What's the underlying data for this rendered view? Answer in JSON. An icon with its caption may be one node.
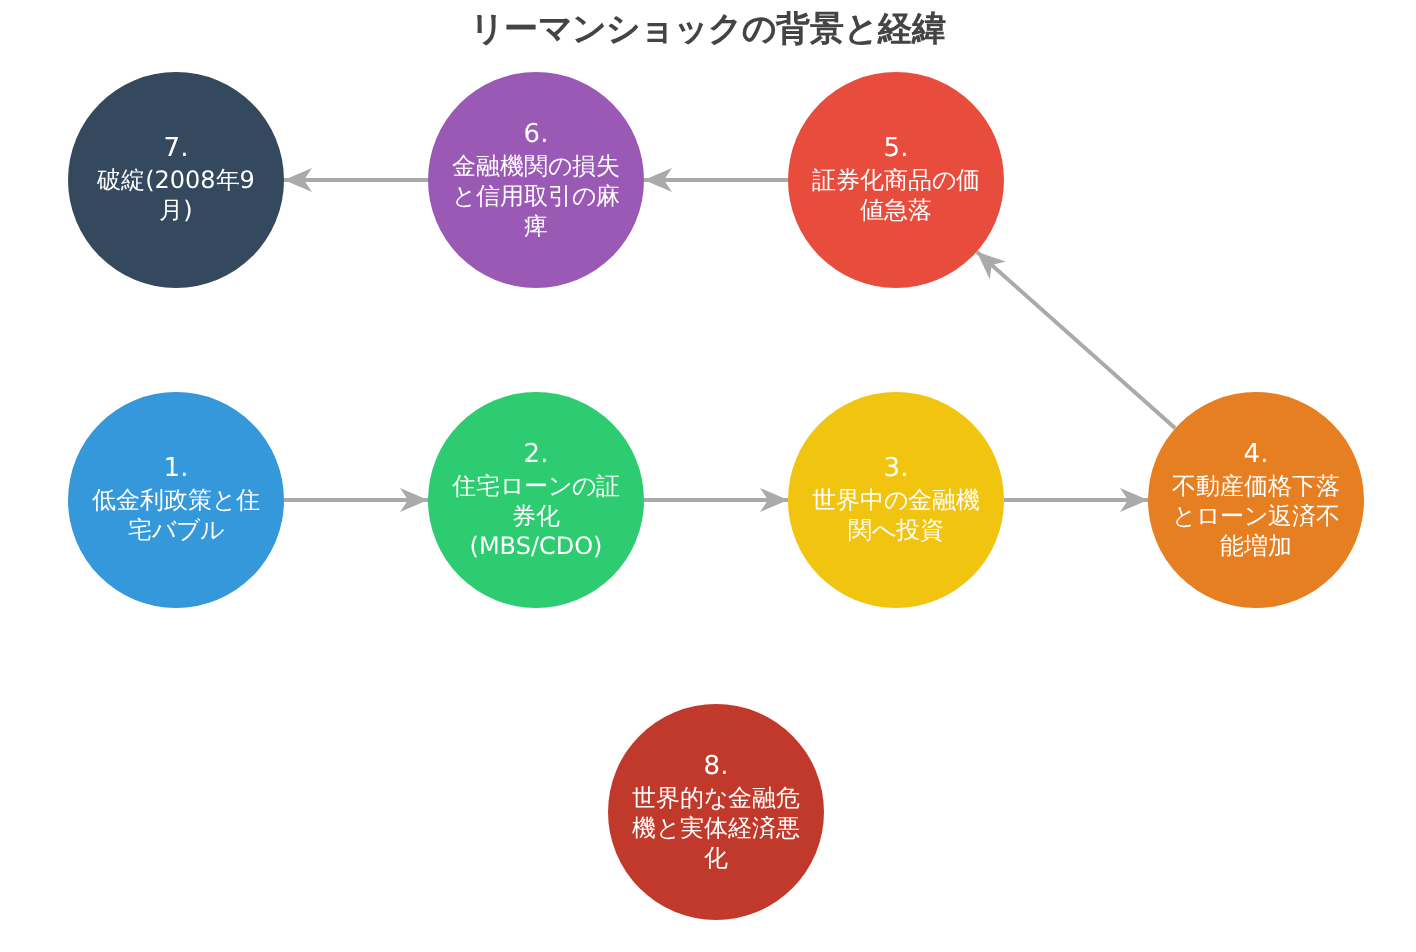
{
  "diagram": {
    "title": "リーマンショックの背景と経緯",
    "nodes": [
      {
        "text": [
          "1.",
          "低金利政策と住宅バブル"
        ]
      },
      {
        "text": [
          "2.",
          "住宅ローンの証券化(MBS/CDO)"
        ]
      },
      {
        "text": [
          "3.",
          "世界中の金融機関へ投資"
        ]
      },
      {
        "text": [
          "4.",
          "不動産価格下落とローン返済不能増加"
        ]
      },
      {
        "text": [
          "5.",
          "証券化商品の価値急落"
        ]
      },
      {
        "text": [
          "6.",
          "金融機関の損失と信用取引の麻痺"
        ]
      },
      {
        "text": [
          "7.",
          "破綻(2008年9月)"
        ]
      },
      {
        "text": [
          "8.",
          "世界的な金融危機と実体経済悪化"
        ]
      }
    ],
    "edges": [
      {
        "from": 0,
        "to": 1,
        "arrow": "to"
      },
      {
        "from": 1,
        "to": 2,
        "arrow": "to"
      },
      {
        "from": 2,
        "to": 3,
        "arrow": "to"
      },
      {
        "from": 3,
        "to": 4,
        "arrow": "to"
      },
      {
        "from": 4,
        "to": 5,
        "arrow": "to"
      },
      {
        "from": 5,
        "to": 6,
        "arrow": "to"
      }
    ]
  }
}
